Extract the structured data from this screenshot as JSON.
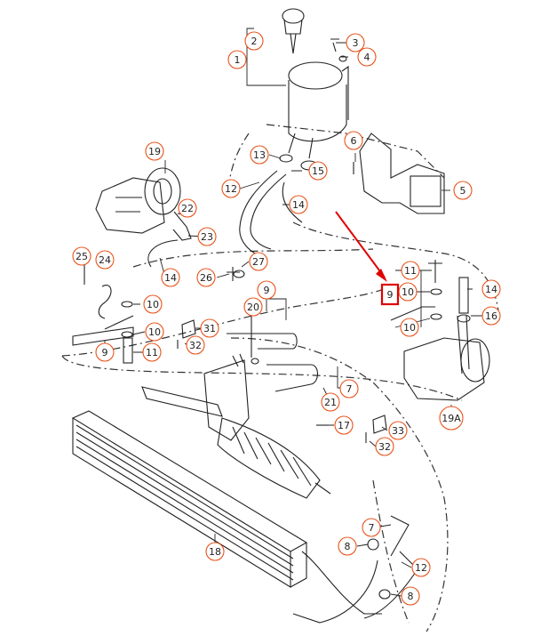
{
  "diagram": {
    "callouts": [
      {
        "id": "c-2",
        "text": "2"
      },
      {
        "id": "c-1",
        "text": "1"
      },
      {
        "id": "c-3",
        "text": "3"
      },
      {
        "id": "c-4",
        "text": "4"
      },
      {
        "id": "c-19",
        "text": "19"
      },
      {
        "id": "c-13",
        "text": "13"
      },
      {
        "id": "c-15",
        "text": "15"
      },
      {
        "id": "c-6",
        "text": "6"
      },
      {
        "id": "c-12a",
        "text": "12"
      },
      {
        "id": "c-14a",
        "text": "14"
      },
      {
        "id": "c-5",
        "text": "5"
      },
      {
        "id": "c-22",
        "text": "22"
      },
      {
        "id": "c-23",
        "text": "23"
      },
      {
        "id": "c-25",
        "text": "25"
      },
      {
        "id": "c-24",
        "text": "24"
      },
      {
        "id": "c-14b",
        "text": "14"
      },
      {
        "id": "c-26",
        "text": "26"
      },
      {
        "id": "c-27",
        "text": "27"
      },
      {
        "id": "c-11a",
        "text": "11"
      },
      {
        "id": "c-10a",
        "text": "10"
      },
      {
        "id": "c-14c",
        "text": "14"
      },
      {
        "id": "c-16",
        "text": "16"
      },
      {
        "id": "c-10b",
        "text": "10"
      },
      {
        "id": "c-9a",
        "text": "9"
      },
      {
        "id": "c-20",
        "text": "20"
      },
      {
        "id": "c-10c",
        "text": "10"
      },
      {
        "id": "c-10d",
        "text": "10"
      },
      {
        "id": "c-31",
        "text": "31"
      },
      {
        "id": "c-32a",
        "text": "32"
      },
      {
        "id": "c-9b",
        "text": "9"
      },
      {
        "id": "c-11b",
        "text": "11"
      },
      {
        "id": "c-7a",
        "text": "7"
      },
      {
        "id": "c-21",
        "text": "21"
      },
      {
        "id": "c-19A",
        "text": "19A"
      },
      {
        "id": "c-17",
        "text": "17"
      },
      {
        "id": "c-33",
        "text": "33"
      },
      {
        "id": "c-32b",
        "text": "32"
      },
      {
        "id": "c-7b",
        "text": "7"
      },
      {
        "id": "c-8a",
        "text": "8"
      },
      {
        "id": "c-18",
        "text": "18"
      },
      {
        "id": "c-12b",
        "text": "12"
      },
      {
        "id": "c-8b",
        "text": "8"
      }
    ],
    "highlight": {
      "text": "9",
      "color": "#e00000"
    },
    "colors": {
      "callout_ring": "#e8531c",
      "arrow": "#e00000",
      "line": "#222222"
    }
  }
}
